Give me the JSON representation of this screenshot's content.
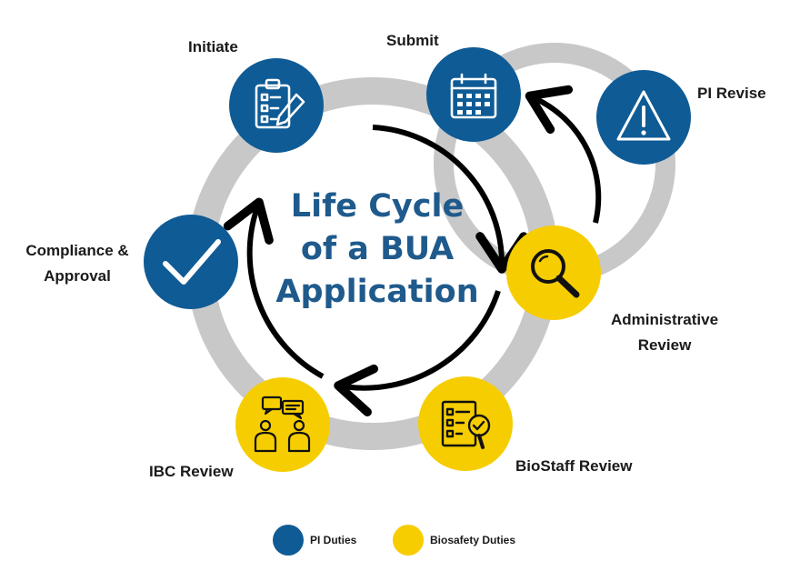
{
  "title_lines": [
    "Life Cycle",
    "of a BUA",
    "Application"
  ],
  "stages": {
    "initiate": "Initiate",
    "submit": "Submit",
    "pi_revise": "PI Revise",
    "administrative_review": [
      "Administrative",
      "Review"
    ],
    "biostaff_review": "BioStaff Review",
    "ibc_review": "IBC Review",
    "compliance_approval": [
      "Compliance &",
      "Approval"
    ]
  },
  "legend": {
    "pi": "PI Duties",
    "biosafety": "Biosafety Duties"
  },
  "colors": {
    "pi_duties": "#0f5b95",
    "biosafety_duties": "#f6cd00",
    "ring": "#c8c8c8",
    "arrow": "#000000",
    "title": "#1f5a8c"
  },
  "icons": {
    "initiate": "clipboard-pencil-icon",
    "submit": "calendar-icon",
    "pi_revise": "warning-triangle-icon",
    "administrative_review": "magnifier-icon",
    "biostaff_review": "checklist-magnifier-icon",
    "ibc_review": "people-discussion-icon",
    "compliance_approval": "checkmark-icon"
  }
}
